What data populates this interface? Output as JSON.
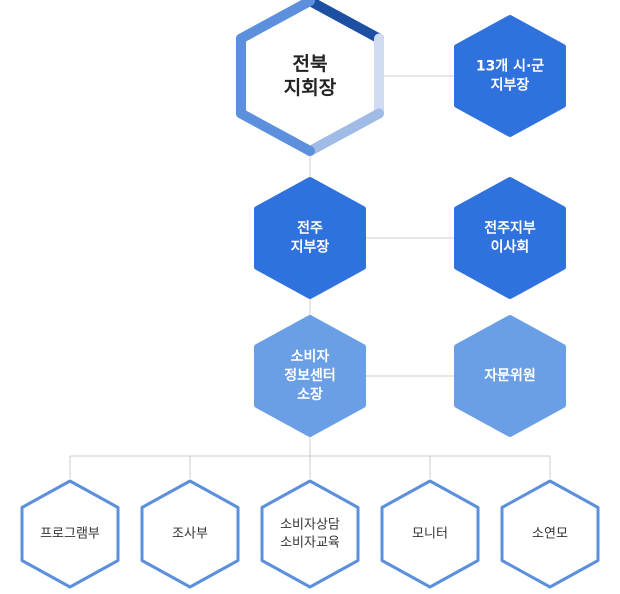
{
  "nodes": {
    "jeonbuk": {
      "lines": [
        "전북",
        "지회장"
      ]
    },
    "cities": {
      "lines": [
        "13개 시·군",
        "지부장"
      ]
    },
    "jeonju": {
      "lines": [
        "전주",
        "지부장"
      ]
    },
    "board": {
      "lines": [
        "전주지부",
        "이사회"
      ]
    },
    "center": {
      "lines": [
        "소비자",
        "정보센터",
        "소장"
      ]
    },
    "advisory": {
      "lines": [
        "자문위원"
      ]
    },
    "program": {
      "lines": [
        "프로그램부"
      ]
    },
    "research": {
      "lines": [
        "조사부"
      ]
    },
    "counsel": {
      "lines": [
        "소비자상담",
        "소비자교육"
      ]
    },
    "monitor": {
      "lines": [
        "모니터"
      ]
    },
    "theater": {
      "lines": [
        "소연모"
      ]
    }
  },
  "colors": {
    "blue_fill": "#2f72de",
    "mid_fill": "#6a9fe6",
    "outline": "#5c90dc",
    "line": "#cccccc",
    "dark_blue": "#1d4fa3",
    "light_blue": "#cfdcf1"
  }
}
